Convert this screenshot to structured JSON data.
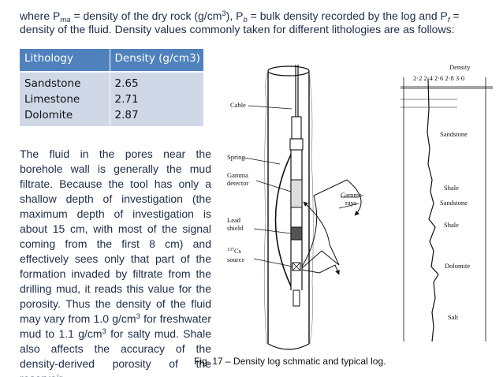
{
  "intro": {
    "part1": "where P",
    "sub_ma": "ma",
    "part2": " = density of the dry rock (g/cm",
    "sup_3": "3",
    "part3": "), P",
    "sub_b": "b",
    "part4": " = bulk density recorded by the log and P",
    "sub_f": "f",
    "part5": " = density of the fluid. Density values commonly taken for different lithologies are as follows:"
  },
  "table": {
    "header_lithology": "Lithology",
    "header_density": "Density (g/cm3)",
    "rows": [
      {
        "lithology": "Sandstone",
        "density": "2.65"
      },
      {
        "lithology": "Limestone",
        "density": "2.71"
      },
      {
        "lithology": "Dolomite",
        "density": "2.87"
      }
    ]
  },
  "body": {
    "text1": "The fluid in the pores near the borehole wall is generally the mud filtrate. Because the tool has only a shallow depth of investigation (the maximum depth of investigation is about 15 cm, with most of the signal coming from the first 8 cm) and effectively sees only that part of the formation invaded by filtrate from the drilling mud, it reads this value for the porosity. Thus the density of the fluid may vary from 1.0 g/cm",
    "sup1": "3",
    "text2": " for freshwater mud to 1.1 g/cm",
    "sup2": "3",
    "text3": " for salty mud. Shale also affects the accuracy of the density-derived porosity of the reservoir."
  },
  "figure": {
    "labels": {
      "cable": "Cable",
      "spring": "Spring",
      "gamma_detector_1": "Gamma",
      "gamma_detector_2": "detector",
      "lead_shield_1": "Lead",
      "lead_shield_2": "shield",
      "source_isotope_mass": "137",
      "source_isotope_element": "Cs",
      "source_word": "source",
      "gamma_rays_1": "Gamma-",
      "gamma_rays_2": "rays"
    },
    "log": {
      "title": "Density",
      "ticks": "2·2 2·4  2·6 2·8 3·0",
      "formations": [
        "Sandstone",
        "Shale",
        "Sandstone",
        "Shale",
        "Dolomite",
        "Salt"
      ]
    }
  },
  "caption": "Fig. 17 – Density log schmatic and typical log."
}
